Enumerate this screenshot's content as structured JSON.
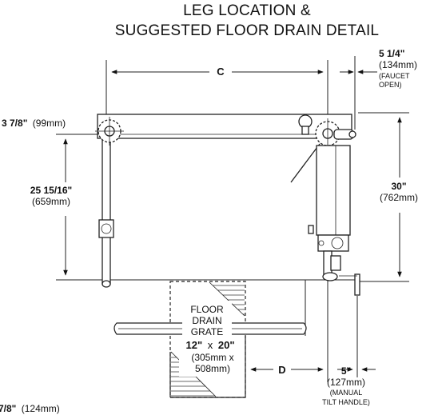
{
  "title": {
    "line1": "LEG LOCATION &",
    "line2": "SUGGESTED FLOOR DRAIN DETAIL"
  },
  "dimensions": {
    "c_label": "C",
    "d_label": "D",
    "faucet": {
      "imperial": "5 1/4\"",
      "metric": "(134mm)",
      "note1": "(FAUCET",
      "note2": "OPEN)"
    },
    "left_offset": {
      "imperial": "3 7/8\"",
      "metric": "(99mm)"
    },
    "leg_depth": {
      "imperial": "25 15/16\"",
      "metric": "(659mm)"
    },
    "overall_depth": {
      "imperial": "30\"",
      "metric": "(762mm)"
    },
    "handle": {
      "imperial": "5\"",
      "metric": "(127mm)",
      "note1": "(MANUAL",
      "note2": "TILT HANDLE)"
    },
    "bottom_offset": {
      "imperial": "7/8\"",
      "metric": "(124mm)"
    }
  },
  "drain": {
    "line1": "FLOOR",
    "line2": "DRAIN",
    "line3": "GRATE",
    "size_a": "12\"",
    "size_x": "x",
    "size_b": "20\"",
    "metric1": "(305mm x",
    "metric2": "508mm)"
  }
}
